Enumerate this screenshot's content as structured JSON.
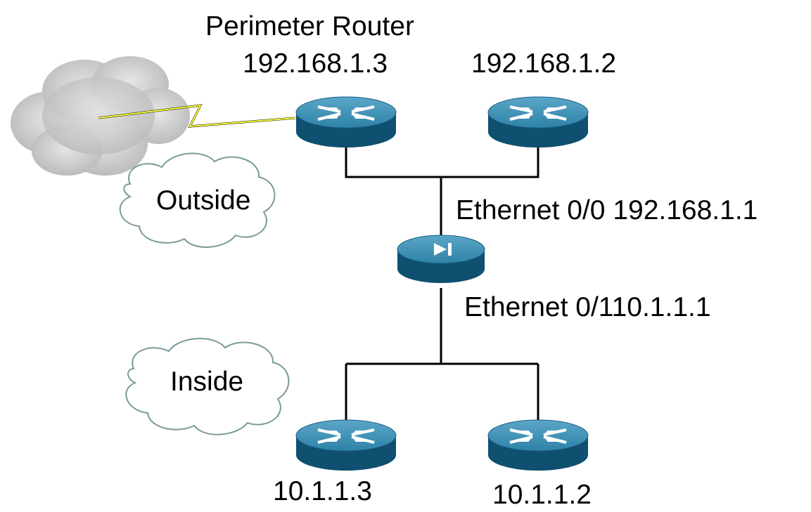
{
  "diagram": {
    "perimeter_router": {
      "title": "Perimeter Router",
      "ip": "192.168.1.3"
    },
    "router_right_top": {
      "ip": "192.168.1.2"
    },
    "firewall": {
      "outside_interface": "Ethernet 0/0 192.168.1.1",
      "inside_interface": "Ethernet 0/110.1.1.1"
    },
    "outside_zone": {
      "label": "Outside"
    },
    "inside_zone": {
      "label": "Inside"
    },
    "router_left_bottom": {
      "ip": "10.1.1.3"
    },
    "router_right_bottom": {
      "ip": "10.1.1.2"
    },
    "colors": {
      "device_top": "#2f82a8",
      "device_side": "#0f4f70",
      "wan_link": "#ffff33",
      "internet_cloud": "#c9c9c9",
      "zone_cloud_stroke": "#7a9a9a",
      "link": "#000000"
    },
    "icons": {
      "router": "router-icon",
      "firewall": "pix-firewall-icon",
      "internet": "internet-cloud-icon",
      "zone": "zone-cloud-icon"
    }
  }
}
